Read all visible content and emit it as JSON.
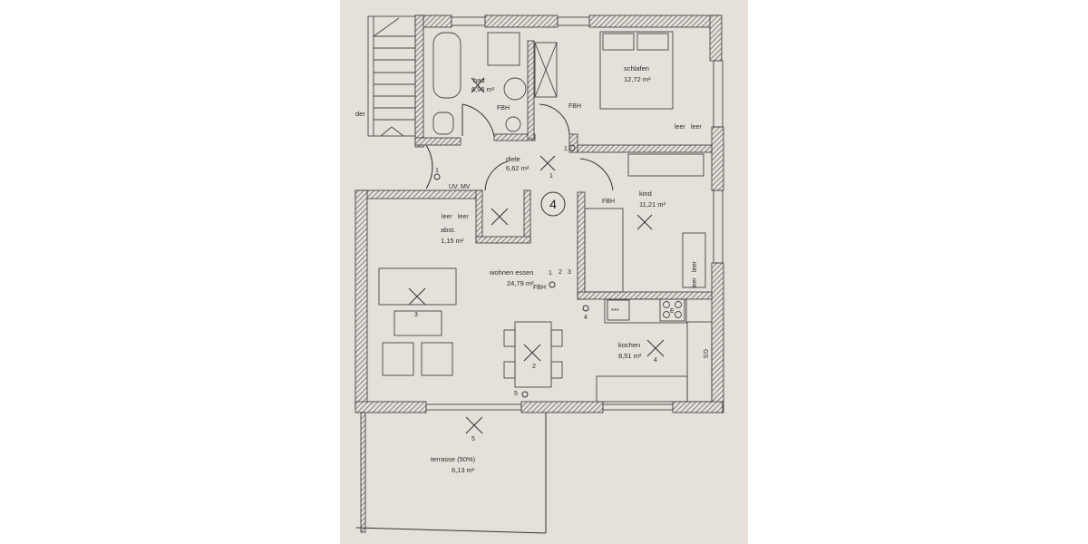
{
  "plan": {
    "unit_number": "4",
    "stair_label": "der",
    "colors": {
      "paper": "#e6e0da",
      "line": "#333333",
      "background": "#ffffff"
    },
    "rooms": [
      {
        "id": "bad",
        "name": "bad",
        "area": "6,96 m²"
      },
      {
        "id": "schlafen",
        "name": "schlafen",
        "area": "12,72 m²"
      },
      {
        "id": "diele",
        "name": "diele",
        "area": "6,62 m²"
      },
      {
        "id": "kind",
        "name": "kind",
        "area": "11,21 m²"
      },
      {
        "id": "abst",
        "name": "abst.",
        "area": "1,15 m²"
      },
      {
        "id": "wohnen",
        "name": "wohnen essen",
        "area": "24,79 m²"
      },
      {
        "id": "kochen",
        "name": "kochen",
        "area": "8,51 m²"
      },
      {
        "id": "terrasse",
        "name": "terrasse (50%)",
        "area": "6,13 m²"
      }
    ],
    "annotations": {
      "fbh": "FBH",
      "uv_mv": "UV, MV",
      "leer": "leer",
      "gs": "GS",
      "stove_mark": "E",
      "appliance": "***"
    },
    "light_numbers": {
      "n1": "1",
      "n2": "2",
      "n3": "3",
      "n4": "4",
      "n5": "5"
    }
  }
}
